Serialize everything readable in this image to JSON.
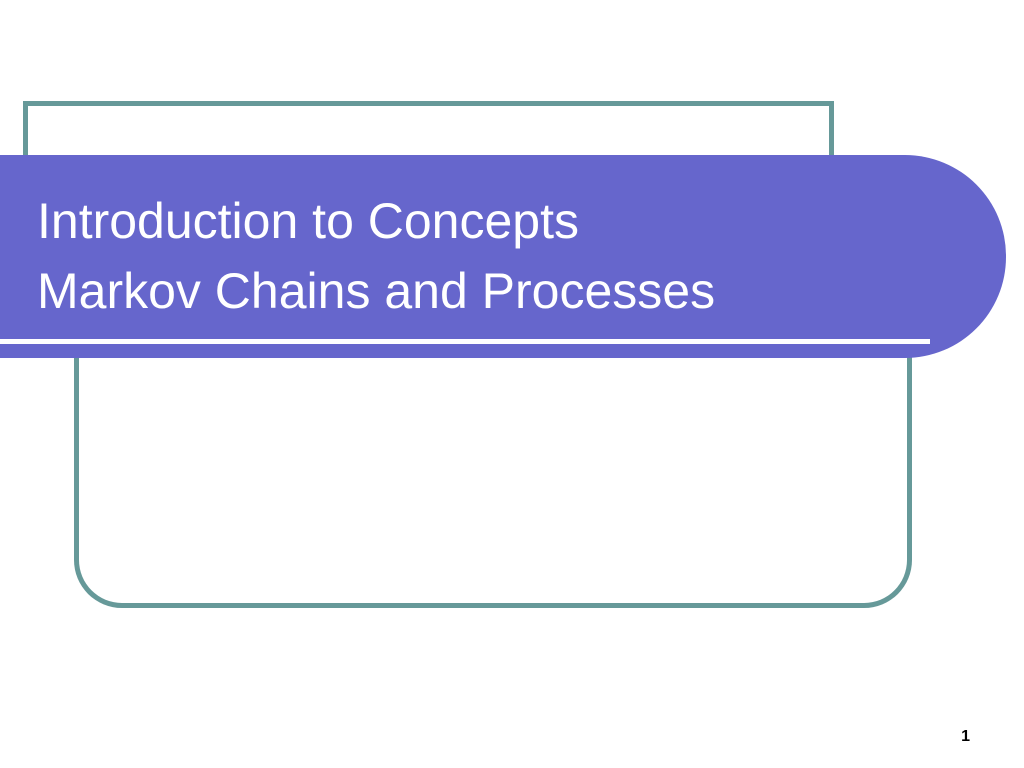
{
  "slide": {
    "title_lines": [
      "Introduction to Concepts",
      "Markov Chains and Processes"
    ],
    "page_number": "1"
  },
  "colors": {
    "banner": "#6666cc",
    "frame_border": "#669999",
    "title_text": "#ffffff",
    "background": "#ffffff"
  }
}
